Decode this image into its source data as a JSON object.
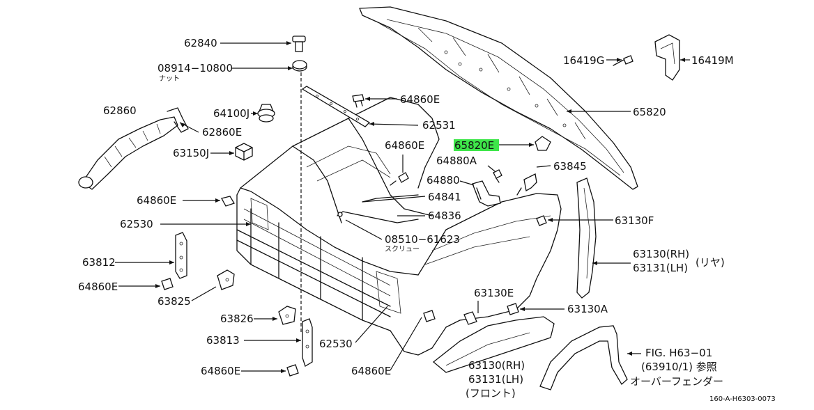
{
  "colors": {
    "ink": "#111111",
    "highlight": "#3ee64a",
    "background": "#ffffff"
  },
  "labels": {
    "p62840": "62840",
    "p08914": "08914−10800",
    "p08914_sub": "ナット",
    "p62860": "62860",
    "p64100J": "64100J",
    "p62860E": "62860E",
    "p63150J": "63150J",
    "p64860E_top": "64860E",
    "p62531": "62531",
    "p65820": "65820",
    "p16419G": "16419G",
    "p16419M": "16419M",
    "p65820E": "65820E",
    "p64860E_mid": "64860E",
    "p64880A": "64880A",
    "p63845": "63845",
    "p64880": "64880",
    "p64841": "64841",
    "p64860E_left": "64860E",
    "p64836": "64836",
    "p62530_left": "62530",
    "p08510": "08510−61623",
    "p08510_sub": "スクリュー",
    "p63130F": "63130F",
    "p63812": "63812",
    "p63130_rear_rh": "63130(RH)",
    "p63131_rear_lh": "63131(LH)",
    "p_rear": "(リヤ)",
    "p64860E_l2": "64860E",
    "p63825": "63825",
    "p63130E": "63130E",
    "p63130A": "63130A",
    "p63826": "63826",
    "p63813": "63813",
    "p62530_bottom": "62530",
    "p64860E_bl": "64860E",
    "p64860E_bm": "64860E",
    "p63130_front_rh": "63130(RH)",
    "p63131_front_lh": "63131(LH)",
    "p_front": "(フロント)",
    "fig_ref": "FIG. H63−01",
    "fig_ref2": "(63910/1) 参照",
    "fig_ref3": "オーバーフェンダー",
    "diagram_id": "160-A-H6303-0073"
  },
  "icons": [
    "clip-icon",
    "grommet-icon",
    "nut-icon",
    "bolt-icon",
    "bracket-icon",
    "hose-icon",
    "mudguard-icon",
    "overfender-icon",
    "hood-icon"
  ]
}
